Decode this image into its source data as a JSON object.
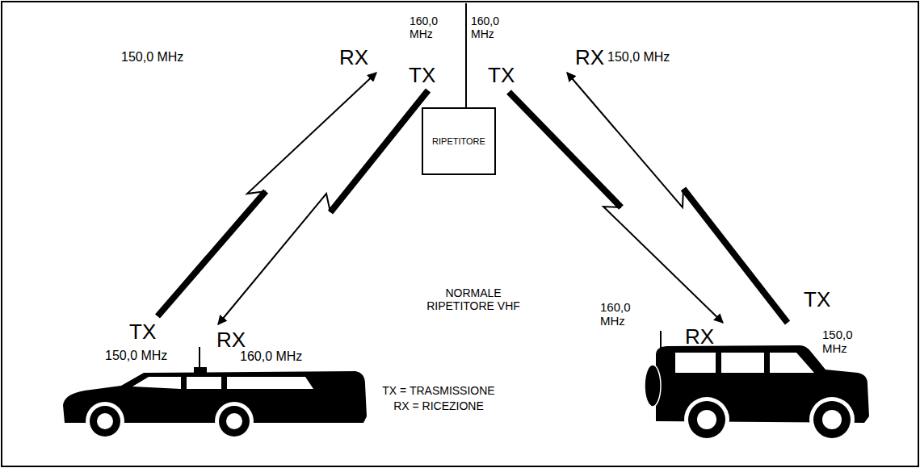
{
  "diagram": {
    "nodes": [
      {
        "text": [
          "RIPETITORE"
        ]
      }
    ],
    "labels": [
      "160,0 MHz",
      "160,0 MHz",
      "150,0 MHz",
      "RX",
      "TX",
      "TX",
      "RX",
      "150,0 MHz",
      "NORMALE RIPETITORE VHF",
      "TX",
      "160,0 MHz",
      "150,0 MHz",
      "TX",
      "RX",
      "RX",
      "150,0 MHz",
      "160,0 MHz",
      "TX = TRASMISSIONE",
      "RX = RICEZIONE"
    ]
  }
}
